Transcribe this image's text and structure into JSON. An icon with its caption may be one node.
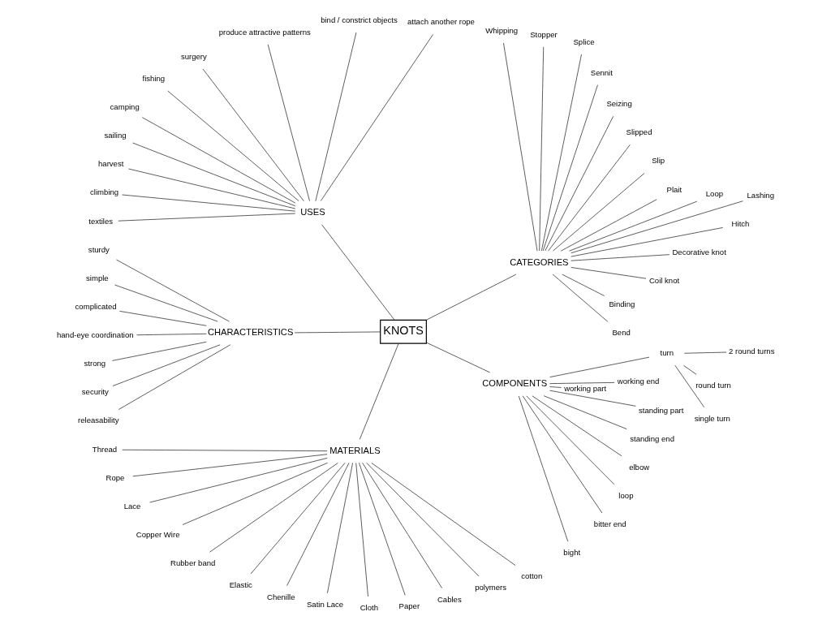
{
  "diagram": {
    "nodes": [
      {
        "text": [
          "CATEGORIES"
        ]
      },
      {
        "text": [
          "Bend"
        ]
      },
      {
        "text": [
          "Binding"
        ]
      },
      {
        "text": [
          "Coil knot"
        ]
      },
      {
        "text": [
          "Decorative knot"
        ]
      },
      {
        "text": [
          "Hitch"
        ]
      },
      {
        "text": [
          "Lashing"
        ]
      },
      {
        "text": [
          "Loop"
        ]
      },
      {
        "text": [
          "Plait"
        ]
      },
      {
        "text": [
          "Slip"
        ]
      },
      {
        "text": [
          "Slipped"
        ]
      },
      {
        "text": [
          "Seizing"
        ]
      },
      {
        "text": [
          "Sennit"
        ]
      },
      {
        "text": [
          "Splice"
        ]
      },
      {
        "text": [
          "Stopper"
        ]
      },
      {
        "text": [
          "Whipping"
        ]
      },
      {
        "text": [
          "USES"
        ]
      },
      {
        "text": [
          "attach another rope"
        ]
      },
      {
        "text": [
          "bind / constrict objects"
        ]
      },
      {
        "text": [
          "produce attractive patterns"
        ]
      },
      {
        "text": [
          "surgery"
        ]
      },
      {
        "text": [
          "fishing"
        ]
      },
      {
        "text": [
          "camping"
        ]
      },
      {
        "text": [
          "sailing"
        ]
      },
      {
        "text": [
          "harvest"
        ]
      },
      {
        "text": [
          "climbing"
        ]
      },
      {
        "text": [
          "textiles"
        ]
      },
      {
        "text": [
          "CHARACTERISTICS"
        ]
      },
      {
        "text": [
          "sturdy"
        ]
      },
      {
        "text": [
          "simple"
        ]
      },
      {
        "text": [
          "complicated"
        ]
      },
      {
        "text": [
          "hand-eye coordination"
        ]
      },
      {
        "text": [
          "strong"
        ]
      },
      {
        "text": [
          "security"
        ]
      },
      {
        "text": [
          "releasability"
        ]
      },
      {
        "text": [
          "KNOTS"
        ]
      },
      {
        "text": [
          "MATERIALS"
        ]
      },
      {
        "text": [
          "Thread"
        ]
      },
      {
        "text": [
          "Rope"
        ]
      },
      {
        "text": [
          "Lace"
        ]
      },
      {
        "text": [
          "Copper Wire"
        ]
      },
      {
        "text": [
          "Rubber band"
        ]
      },
      {
        "text": [
          "Elastic"
        ]
      },
      {
        "text": [
          "Chenille"
        ]
      },
      {
        "text": [
          "Satin Lace"
        ]
      },
      {
        "text": [
          "Cloth"
        ]
      },
      {
        "text": [
          "Paper"
        ]
      },
      {
        "text": [
          "Cables"
        ]
      },
      {
        "text": [
          "polymers"
        ]
      },
      {
        "text": [
          "cotton"
        ]
      },
      {
        "text": [
          "COMPONENTS"
        ]
      },
      {
        "text": [
          "bight"
        ]
      },
      {
        "text": [
          "bitter end"
        ]
      },
      {
        "text": [
          "loop"
        ]
      },
      {
        "text": [
          "elbow"
        ]
      },
      {
        "text": [
          "standing end"
        ]
      },
      {
        "text": [
          "standing part"
        ]
      },
      {
        "text": [
          "turn"
        ]
      },
      {
        "text": [
          "working end"
        ]
      },
      {
        "text": [
          "working part"
        ]
      },
      {
        "text": [
          "single turn"
        ]
      },
      {
        "text": [
          "round turn"
        ]
      },
      {
        "text": [
          "2 round turns"
        ]
      }
    ],
    "edges": [
      {
        "from": 35,
        "to": 0,
        "arrow": "none"
      },
      {
        "from": 35,
        "to": 16,
        "arrow": "none"
      },
      {
        "from": 35,
        "to": 27,
        "arrow": "none"
      },
      {
        "from": 35,
        "to": 36,
        "arrow": "none"
      },
      {
        "from": 35,
        "to": 50,
        "arrow": "none"
      },
      {
        "from": 0,
        "to": 1,
        "arrow": "none"
      },
      {
        "from": 0,
        "to": 2,
        "arrow": "none"
      },
      {
        "from": 0,
        "to": 3,
        "arrow": "none"
      },
      {
        "from": 0,
        "to": 4,
        "arrow": "none"
      },
      {
        "from": 0,
        "to": 5,
        "arrow": "none"
      },
      {
        "from": 0,
        "to": 6,
        "arrow": "none"
      },
      {
        "from": 0,
        "to": 7,
        "arrow": "none"
      },
      {
        "from": 0,
        "to": 8,
        "arrow": "none"
      },
      {
        "from": 0,
        "to": 9,
        "arrow": "none"
      },
      {
        "from": 0,
        "to": 10,
        "arrow": "none"
      },
      {
        "from": 0,
        "to": 11,
        "arrow": "none"
      },
      {
        "from": 0,
        "to": 12,
        "arrow": "none"
      },
      {
        "from": 0,
        "to": 13,
        "arrow": "none"
      },
      {
        "from": 0,
        "to": 14,
        "arrow": "none"
      },
      {
        "from": 0,
        "to": 15,
        "arrow": "none"
      },
      {
        "from": 16,
        "to": 17,
        "arrow": "none"
      },
      {
        "from": 16,
        "to": 18,
        "arrow": "none"
      },
      {
        "from": 16,
        "to": 19,
        "arrow": "none"
      },
      {
        "from": 16,
        "to": 20,
        "arrow": "none"
      },
      {
        "from": 16,
        "to": 21,
        "arrow": "none"
      },
      {
        "from": 16,
        "to": 22,
        "arrow": "none"
      },
      {
        "from": 16,
        "to": 23,
        "arrow": "none"
      },
      {
        "from": 16,
        "to": 24,
        "arrow": "none"
      },
      {
        "from": 16,
        "to": 25,
        "arrow": "none"
      },
      {
        "from": 16,
        "to": 26,
        "arrow": "none"
      },
      {
        "from": 27,
        "to": 28,
        "arrow": "none"
      },
      {
        "from": 27,
        "to": 29,
        "arrow": "none"
      },
      {
        "from": 27,
        "to": 30,
        "arrow": "none"
      },
      {
        "from": 27,
        "to": 31,
        "arrow": "none"
      },
      {
        "from": 27,
        "to": 32,
        "arrow": "none"
      },
      {
        "from": 27,
        "to": 33,
        "arrow": "none"
      },
      {
        "from": 27,
        "to": 34,
        "arrow": "none"
      },
      {
        "from": 36,
        "to": 37,
        "arrow": "none"
      },
      {
        "from": 36,
        "to": 38,
        "arrow": "none"
      },
      {
        "from": 36,
        "to": 39,
        "arrow": "none"
      },
      {
        "from": 36,
        "to": 40,
        "arrow": "none"
      },
      {
        "from": 36,
        "to": 41,
        "arrow": "none"
      },
      {
        "from": 36,
        "to": 42,
        "arrow": "none"
      },
      {
        "from": 36,
        "to": 43,
        "arrow": "none"
      },
      {
        "from": 36,
        "to": 44,
        "arrow": "none"
      },
      {
        "from": 36,
        "to": 45,
        "arrow": "none"
      },
      {
        "from": 36,
        "to": 46,
        "arrow": "none"
      },
      {
        "from": 36,
        "to": 47,
        "arrow": "none"
      },
      {
        "from": 36,
        "to": 48,
        "arrow": "none"
      },
      {
        "from": 36,
        "to": 49,
        "arrow": "none"
      },
      {
        "from": 50,
        "to": 51,
        "arrow": "none"
      },
      {
        "from": 50,
        "to": 52,
        "arrow": "none"
      },
      {
        "from": 50,
        "to": 53,
        "arrow": "none"
      },
      {
        "from": 50,
        "to": 54,
        "arrow": "none"
      },
      {
        "from": 50,
        "to": 55,
        "arrow": "none"
      },
      {
        "from": 50,
        "to": 56,
        "arrow": "none"
      },
      {
        "from": 50,
        "to": 57,
        "arrow": "none"
      },
      {
        "from": 50,
        "to": 58,
        "arrow": "none"
      },
      {
        "from": 50,
        "to": 59,
        "arrow": "none"
      },
      {
        "from": 57,
        "to": 60,
        "arrow": "none"
      },
      {
        "from": 57,
        "to": 61,
        "arrow": "none"
      },
      {
        "from": 57,
        "to": 62,
        "arrow": "none"
      }
    ]
  }
}
